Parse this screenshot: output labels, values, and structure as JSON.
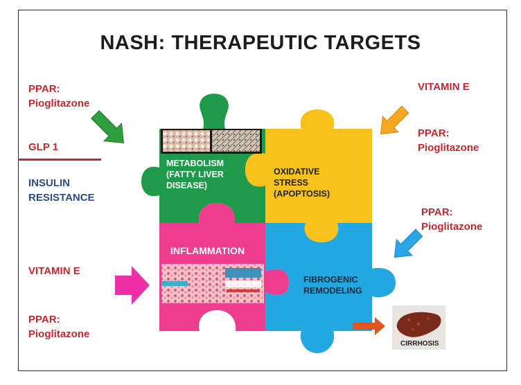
{
  "title": "NASH: THERAPEUTIC TARGETS",
  "left_labels": {
    "ppar_1_line1": "PPAR:",
    "ppar_1_line2": "Pioglitazone",
    "glp": "GLP 1",
    "insulin_line1": "INSULIN",
    "insulin_line2": "RESISTANCE",
    "vitamin_e": "VITAMIN E",
    "ppar_2_line1": "PPAR:",
    "ppar_2_line2": "Pioglitazone"
  },
  "right_labels": {
    "vitamin_e": "VITAMIN E",
    "ppar_1_line1": "PPAR:",
    "ppar_1_line2": "Pioglitazone",
    "ppar_2_line1": "PPAR:",
    "ppar_2_line2": "Pioglitazone"
  },
  "pieces": {
    "metabolism": [
      "METABOLISM",
      "(FATTY LIVER",
      "DISEASE)"
    ],
    "oxidative": [
      "OXIDATIVE",
      "STRESS",
      "(APOPTOSIS)"
    ],
    "inflammation": [
      "INFLAMMATION"
    ],
    "fibrogenic": [
      "FIBROGENIC",
      "REMODELING"
    ]
  },
  "cirrhosis_label": "CIRRHOSIS",
  "colors": {
    "metabolism": "#1f9a4a",
    "oxidative": "#f7c21b",
    "inflammation": "#ee3d8f",
    "fibrogenic": "#22a7e0",
    "label_red": "#c9262e",
    "label_blue": "#2c4a8c",
    "arrow_green": "#2e9e3e",
    "arrow_orange": "#f5a623",
    "arrow_blue": "#2aa6e6",
    "arrow_magenta": "#ee2fa8",
    "arrow_red": "#e0561e"
  }
}
